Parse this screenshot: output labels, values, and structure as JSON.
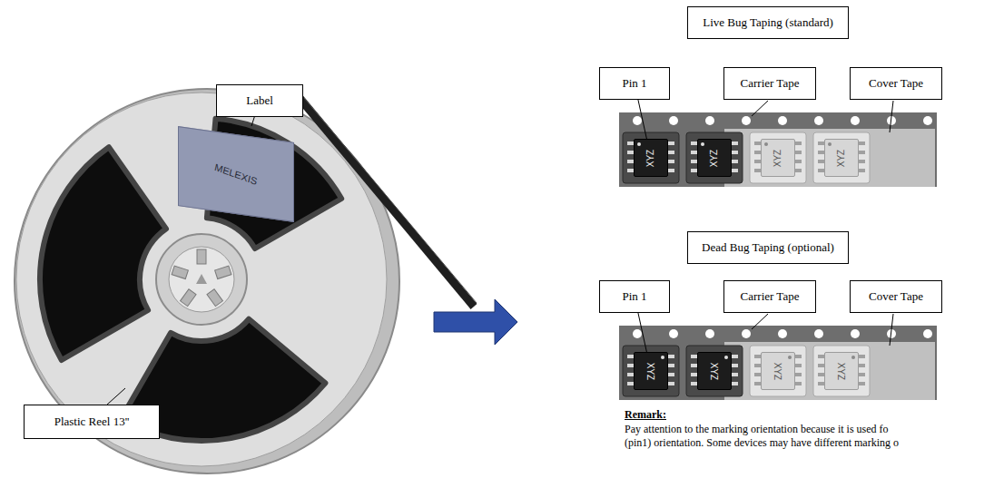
{
  "diagram": {
    "nodes": [
      {
        "text": [
          "Label"
        ]
      },
      {
        "text": [
          "MELEXIS"
        ]
      },
      {
        "text": [
          "Plastic Reel 13''"
        ]
      },
      {
        "text": [
          "Live Bug Taping (standard)"
        ]
      },
      {
        "text": [
          "Pin 1"
        ]
      },
      {
        "text": [
          "Carrier Tape"
        ]
      },
      {
        "text": [
          "Cover Tape"
        ]
      },
      {
        "text": [
          "XYZ"
        ]
      },
      {
        "text": [
          "XYZ"
        ]
      },
      {
        "text": [
          "XYZ"
        ]
      },
      {
        "text": [
          "XYZ"
        ]
      },
      {
        "text": [
          "Dead Bug Taping (optional)"
        ]
      },
      {
        "text": [
          "Pin 1"
        ]
      },
      {
        "text": [
          "Carrier Tape"
        ]
      },
      {
        "text": [
          "Cover Tape"
        ]
      },
      {
        "text": [
          "XYZ"
        ]
      },
      {
        "text": [
          "XYZ"
        ]
      },
      {
        "text": [
          "XYZ"
        ]
      },
      {
        "text": [
          "XYZ"
        ]
      }
    ],
    "edges": [
      {
        "from": 0,
        "to": 1,
        "arrow": "none"
      },
      {
        "from": 4,
        "to": 7,
        "arrow": "none"
      },
      {
        "from": 12,
        "to": 15,
        "arrow": "none"
      }
    ],
    "labels": [
      "Remark:",
      "Pay attention to the marking orientation because it is used fo",
      "(pin1) orientation. Some devices may have different marking o"
    ]
  }
}
